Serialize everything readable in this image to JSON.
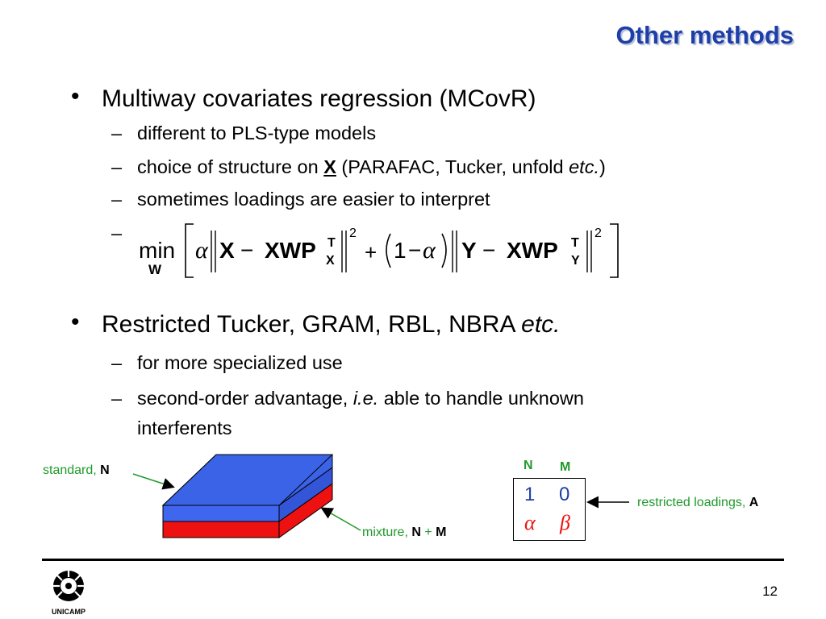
{
  "title": "Other methods",
  "bullets": [
    {
      "text": "Multiway covariates regression (MCovR)",
      "subs": [
        "different to PLS-type models",
        {
          "pre": "choice of structure on ",
          "bold": "X",
          "post": " (PARAFAC, Tucker, unfold ",
          "italic": "etc.",
          "end": ")"
        },
        "sometimes loadings are easier to interpret"
      ]
    },
    {
      "text": "Restricted Tucker, GRAM, RBL, NBRA ",
      "italic": "etc.",
      "subs": [
        "for more specialized use",
        {
          "pre": "second-order advantage, ",
          "italic": "i.e.",
          "post": " able to handle unknown",
          "line2": "interferents"
        }
      ]
    }
  ],
  "equation": {
    "op": "min",
    "sub": "W",
    "alpha": "α",
    "one": "1",
    "X": "X",
    "Y": "Y",
    "XWP": "XWP",
    "T": "T",
    "subX": "X",
    "subY": "Y",
    "sq": "2",
    "minus": "−",
    "plus": "+"
  },
  "diagram": {
    "standard_label": "standard, ",
    "standard_bold": "N",
    "mixture_label": "mixture, ",
    "mixture_bold1": "N",
    "mixture_plus": " + ",
    "mixture_bold2": "M",
    "col_n": "N",
    "col_m": "M",
    "matrix": [
      [
        "1",
        "0"
      ],
      [
        "α",
        "β"
      ]
    ],
    "restricted_label": "restricted loadings, ",
    "restricted_bold": "A",
    "colors": {
      "top": "#3a63e8",
      "blue_side": "#3f66ee",
      "red_side": "#ee1111",
      "label": "#1e9a2a"
    }
  },
  "logo_text": "UNICAMP",
  "page_number": "12"
}
